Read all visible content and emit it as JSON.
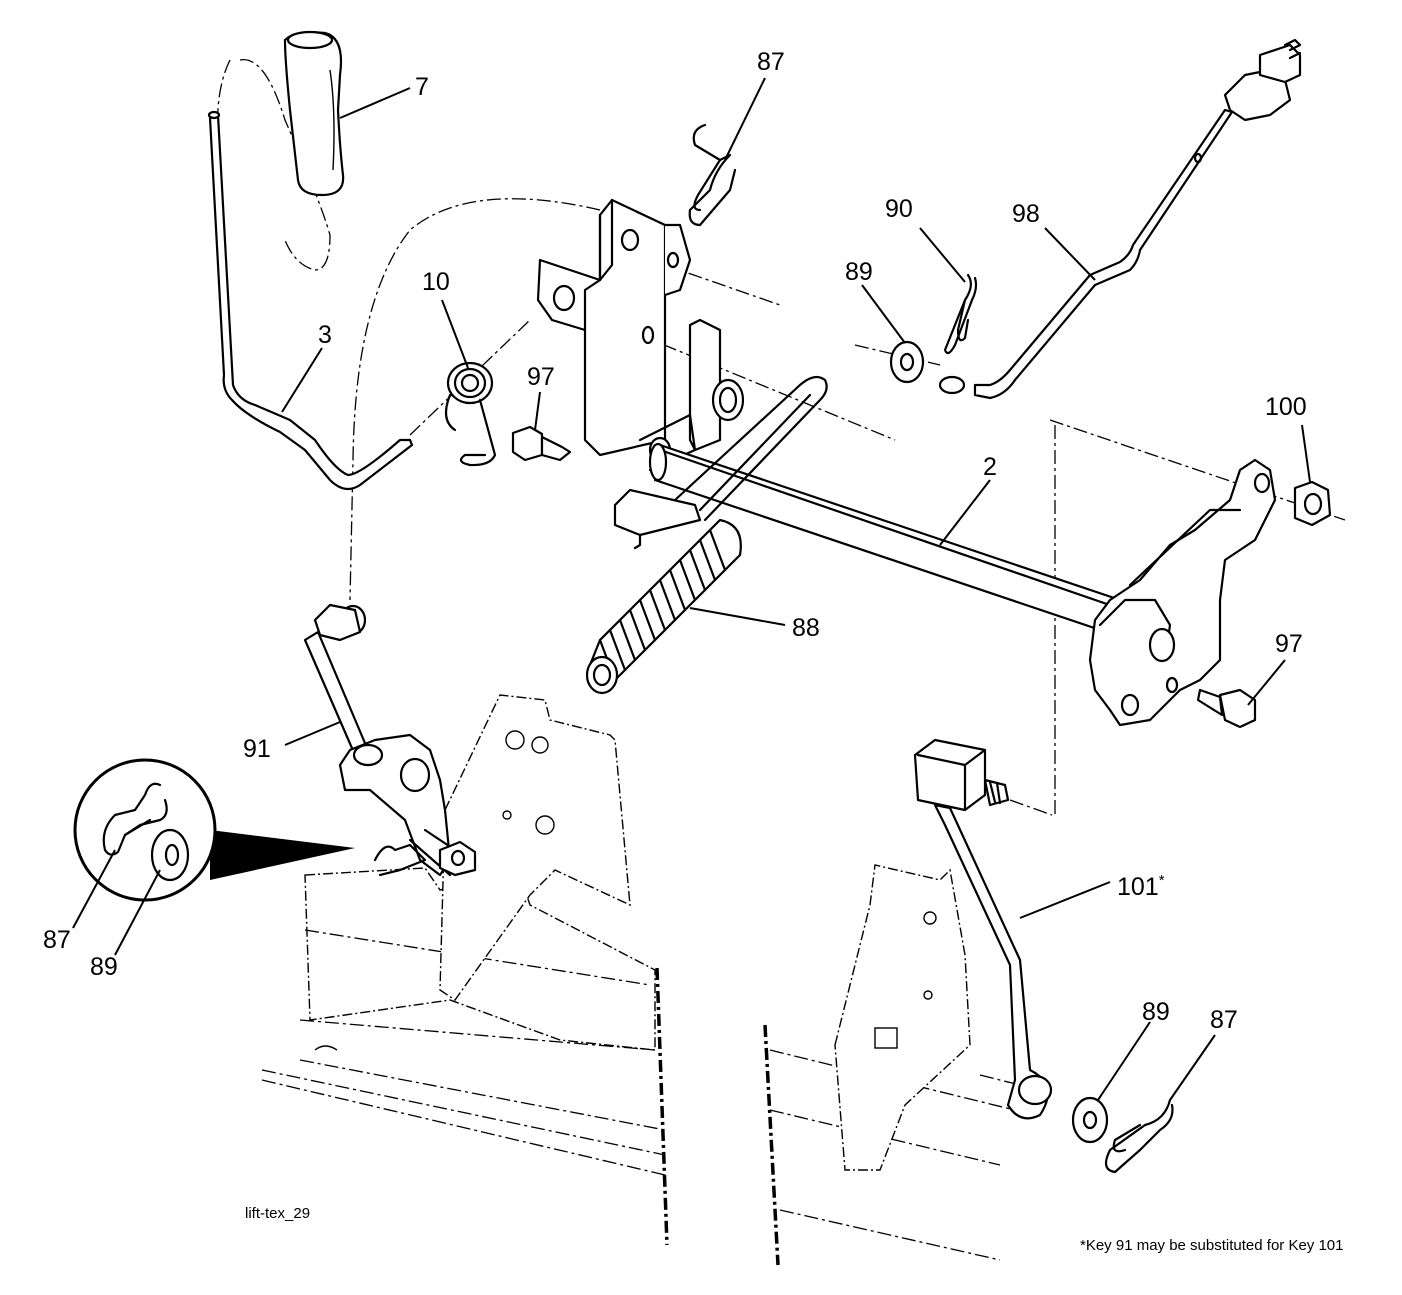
{
  "labels": {
    "k7": "7",
    "k87a": "87",
    "k90": "90",
    "k98": "98",
    "k89a": "89",
    "k10": "10",
    "k3": "3",
    "k97a": "97",
    "k100": "100",
    "k2": "2",
    "k97b": "97",
    "k88": "88",
    "k91": "91",
    "k87b": "87",
    "k89b": "89",
    "k101": "101",
    "k101_mark": "*",
    "k89c": "89",
    "k87c": "87"
  },
  "drawing_id": "lift-tex_29",
  "footnote": "*Key 91 may be substituted for Key 101"
}
